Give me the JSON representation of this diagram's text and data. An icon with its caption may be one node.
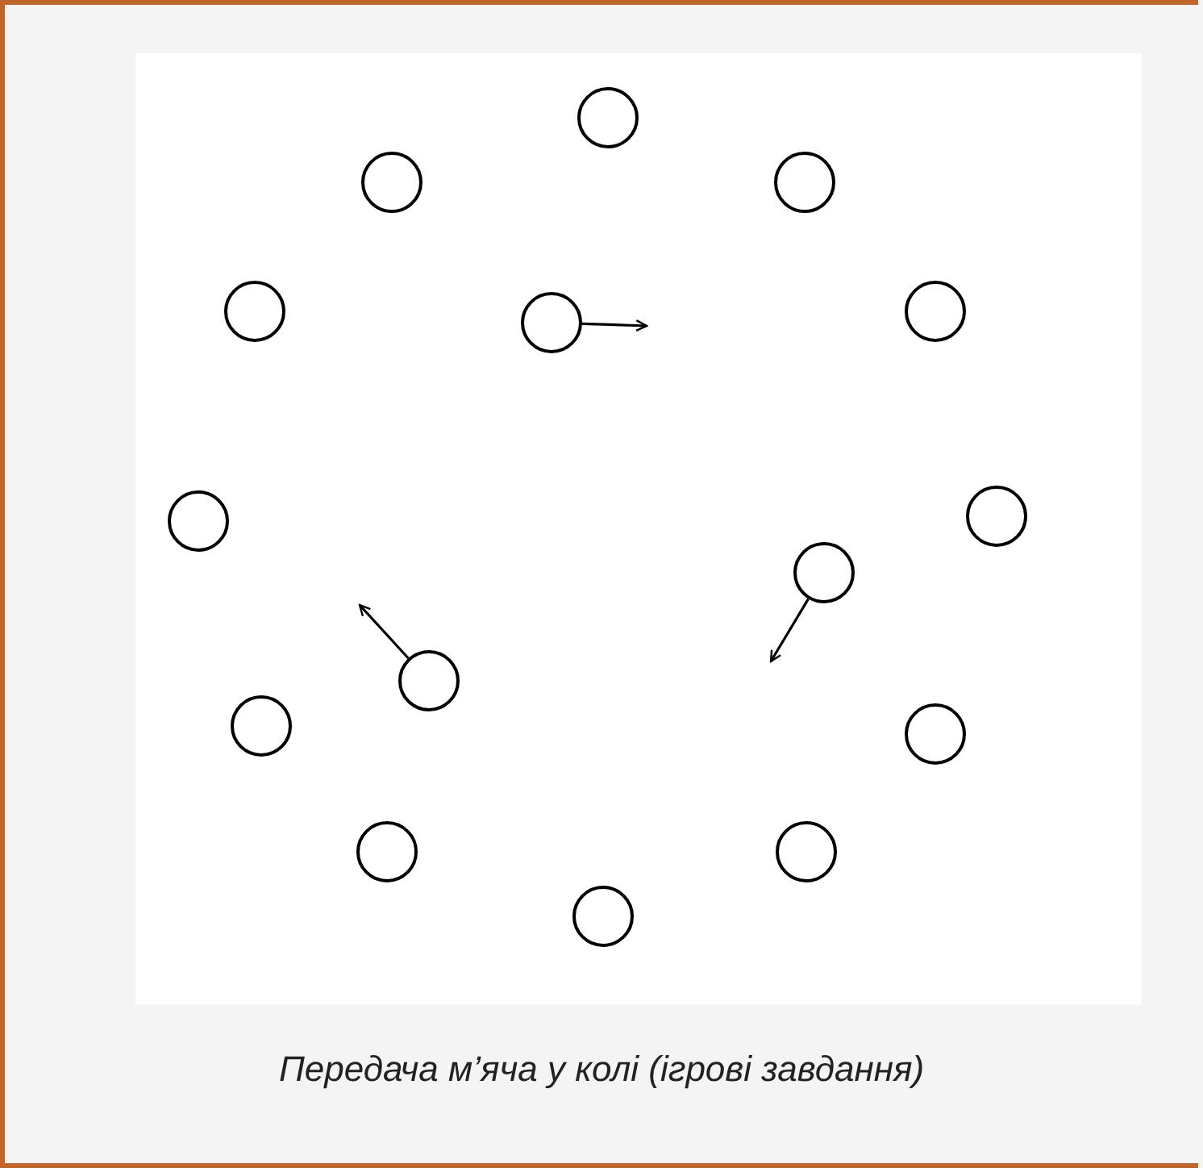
{
  "diagram": {
    "caption": "Передача м’яча у колі (ігрові завдання)",
    "nodes": [
      {
        "text": [],
        "shape": "circle"
      },
      {
        "text": [],
        "shape": "circle"
      },
      {
        "text": [],
        "shape": "circle"
      },
      {
        "text": [],
        "shape": "circle"
      },
      {
        "text": [],
        "shape": "circle"
      },
      {
        "text": [],
        "shape": "circle"
      },
      {
        "text": [],
        "shape": "circle"
      },
      {
        "text": [],
        "shape": "circle"
      },
      {
        "text": [],
        "shape": "circle"
      },
      {
        "text": [],
        "shape": "circle"
      },
      {
        "text": [],
        "shape": "circle"
      },
      {
        "text": [],
        "shape": "circle"
      },
      {
        "text": [],
        "shape": "circle"
      },
      {
        "text": [],
        "shape": "circle"
      },
      {
        "text": [],
        "shape": "circle"
      }
    ],
    "edges": [
      {
        "from": 5,
        "to": null,
        "arrow": "to"
      },
      {
        "from": 8,
        "to": null,
        "arrow": "to"
      },
      {
        "from": 9,
        "to": null,
        "arrow": "to"
      }
    ]
  }
}
